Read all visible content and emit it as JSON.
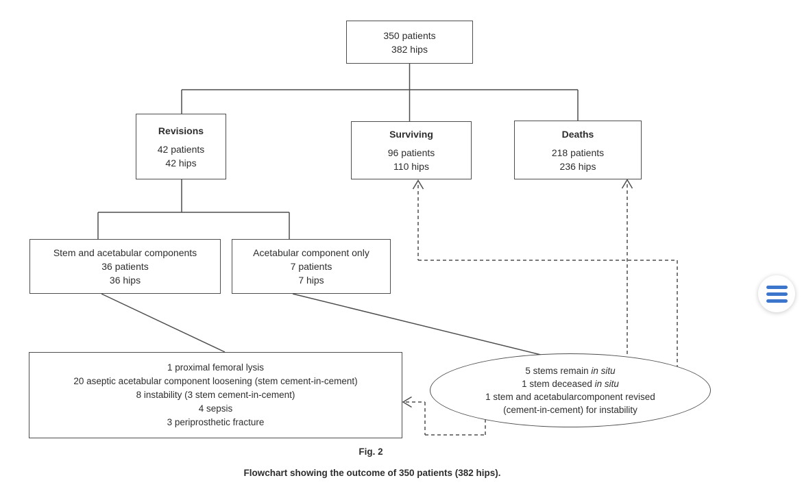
{
  "figure": {
    "nodes": {
      "total": {
        "lines": [
          "350 patients",
          "382 hips"
        ]
      },
      "revisions": {
        "title": "Revisions",
        "lines": [
          "42 patients",
          "42 hips"
        ]
      },
      "surviving": {
        "title": "Surviving",
        "lines": [
          "96 patients",
          "110 hips"
        ]
      },
      "deaths": {
        "title": "Deaths",
        "lines": [
          "218 patients",
          "236 hips"
        ]
      },
      "stem_and_acetabular": {
        "lines": [
          "Stem and acetabular components",
          "36 patients",
          "36 hips"
        ]
      },
      "acetabular_only": {
        "lines": [
          "Acetabular component only",
          "7 patients",
          "7 hips"
        ]
      },
      "revision_details": {
        "lines": [
          "1 proximal femoral lysis",
          "20 aseptic acetabular component loosening (stem cement-in-cement)",
          "8 instability (3 stem cement-in-cement)",
          "4 sepsis",
          "3 periprosthetic fracture"
        ]
      },
      "stems_outcome": {
        "line1_pre": "5 stems remain ",
        "line1_italic": "in situ",
        "line2_pre": "1 stem deceased ",
        "line2_italic": "in situ",
        "line3": "1 stem and acetabularcomponent revised",
        "line4": "(cement-in-cement) for instability"
      }
    },
    "caption": {
      "fig_label": "Fig. 2",
      "text": "Flowchart showing the outcome of 350 patients (382 hips)."
    },
    "line_color": "#4d4d4d"
  },
  "menu_button": {
    "icon": "hamburger-menu",
    "accent_color": "#3b76cc"
  }
}
